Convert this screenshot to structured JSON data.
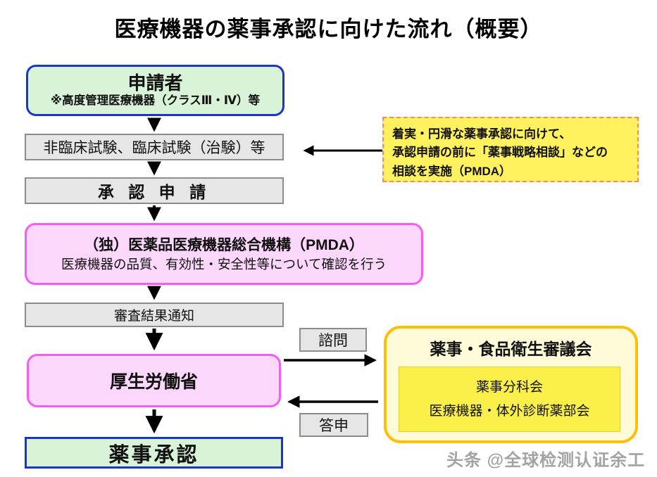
{
  "title": "医療機器の薬事承認に向けた流れ（概要）",
  "flow": {
    "applicant": {
      "title": "申請者",
      "subtitle": "※高度管理医療機器（クラスⅢ・Ⅳ）等"
    },
    "steps": {
      "nonclinical": "非臨床試験、臨床試験（治験）等",
      "application": "承 認 申 請",
      "pmda_title": "（独）医薬品医療機器総合機構（PMDA）",
      "pmda_desc": "医療機器の品質、有効性・安全性等について確認を行う",
      "review_result": "審査結果通知",
      "mhlw": "厚生労働省",
      "approval": "薬事承認"
    },
    "note": {
      "lines": [
        "着実・円滑な薬事承認に向けて、",
        "承認申請の前に「薬事戦略相談」などの",
        "相談を実施（PMDA）"
      ]
    },
    "council": {
      "title": "薬事・食品衛生審議会",
      "sub_lines": [
        "薬事分科会",
        "医療機器・体外診断薬部会"
      ]
    },
    "labels": {
      "consult": "諮問",
      "report": "答申"
    }
  },
  "watermark": "头条 @全球检测认证余工",
  "colors": {
    "terminal_fill": "#d9f3d9",
    "terminal_border": "#1a35c8",
    "process_fill": "#e6e6e6",
    "process_border": "#8c8c8c",
    "agency_fill": "#fbd8fb",
    "agency_border": "#f25ef2",
    "note_fill": "#fff25e",
    "note_border": "#ff8566",
    "council_fill": "#fffbd8",
    "council_border": "#fdc101",
    "council_inner_fill": "#fbf04a",
    "arrow": "#000000"
  }
}
